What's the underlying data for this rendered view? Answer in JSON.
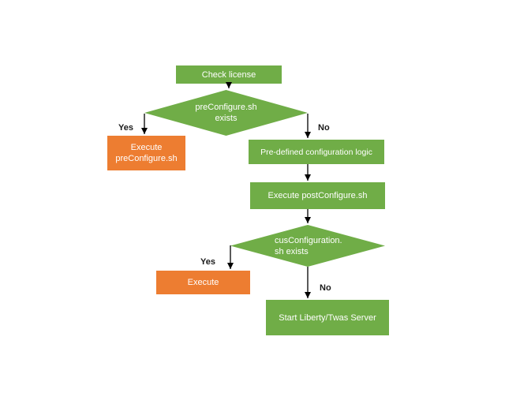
{
  "diagram": {
    "title_hint": "configuration flowchart",
    "colors": {
      "process_fill": "#70AD47",
      "action_fill": "#ED7D31",
      "node_text": "#FFFFFF",
      "connector": "#000000",
      "branch_label_text": "#1A1A1A",
      "background": "#FFFFFF"
    },
    "nodes": {
      "check_license": {
        "label": "Check license"
      },
      "preconfigure_exists": {
        "line1": "preConfigure.sh",
        "line2": "exists"
      },
      "execute_preconfigure": {
        "line1": "Execute",
        "line2": "preConfigure.sh"
      },
      "predefined_logic": {
        "label": "Pre-defined configuration logic"
      },
      "execute_postconfigure": {
        "label": "Execute postConfigure.sh"
      },
      "cusconfiguration_exists": {
        "line1": "cusConfiguration.",
        "line2": "sh exists"
      },
      "execute_cusconfiguration": {
        "label": "Execute"
      },
      "start_server": {
        "label": "Start Liberty/Twas Server"
      }
    },
    "branch_labels": {
      "preconfigure_yes": "Yes",
      "preconfigure_no": "No",
      "cusconfiguration_yes": "Yes",
      "cusconfiguration_no": "No"
    }
  }
}
